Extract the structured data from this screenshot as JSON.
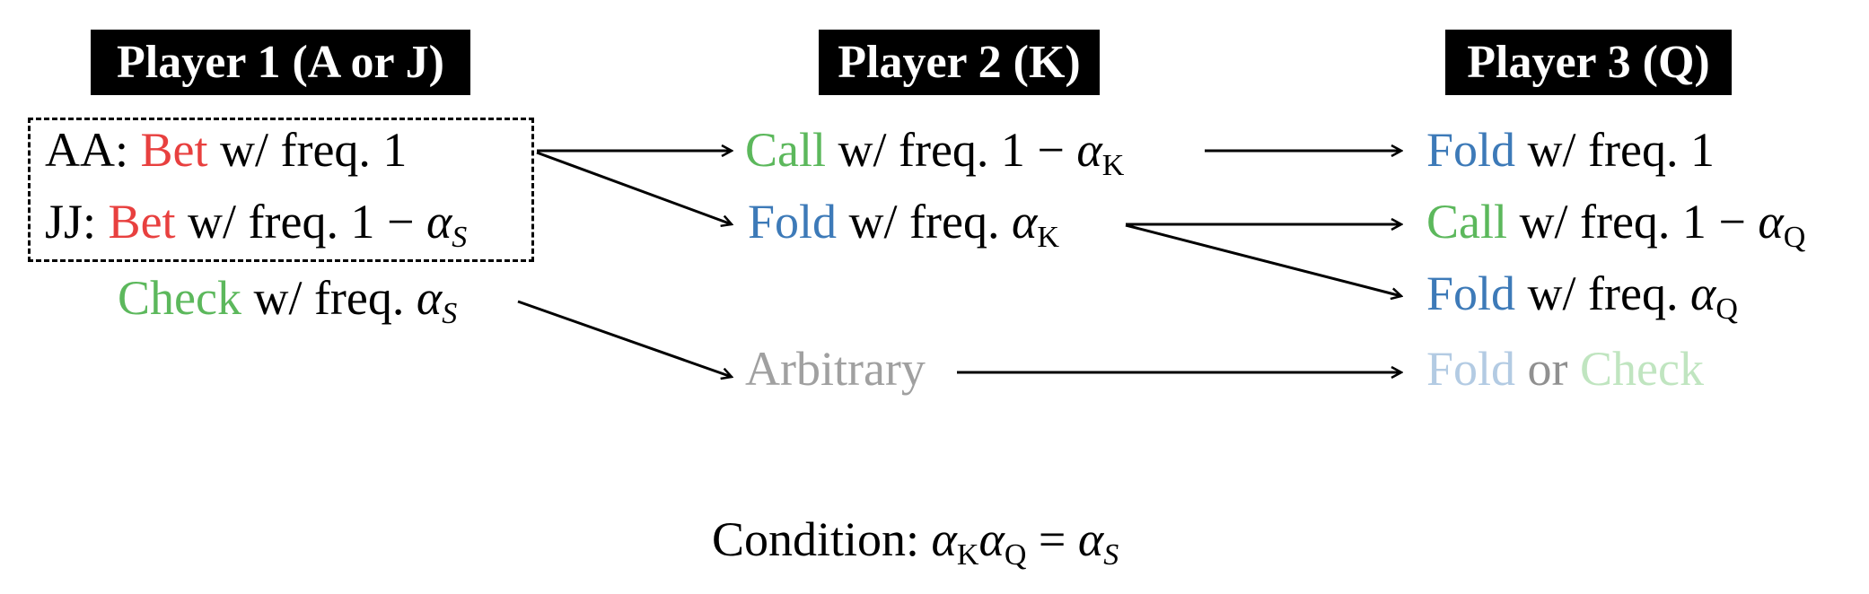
{
  "headers": {
    "p1": "Player 1 (A or J)",
    "p2": "Player 2 (K)",
    "p3": "Player 3 (Q)"
  },
  "colors": {
    "bet": "#e8403f",
    "call": "#5cb85c",
    "check": "#5cb85c",
    "fold": "#3d7ab8",
    "arbitrary": "#a0a0a0",
    "fold_faded": "#b3cbe3",
    "check_faded": "#c0e5c0",
    "or_faded": "#909090"
  },
  "p1": {
    "aa": {
      "prefix": "AA: ",
      "action": "Bet",
      "rest": " w/ freq. 1"
    },
    "jj": {
      "prefix": "JJ: ",
      "action": "Bet",
      "rest": " w/ freq. 1 − ",
      "alpha": "α",
      "sub": "S"
    },
    "check": {
      "action": "Check",
      "rest": " w/ freq. ",
      "alpha": "α",
      "sub": "S"
    }
  },
  "p2": {
    "call": {
      "action": "Call",
      "rest": " w/ freq. 1 − ",
      "alpha": "α",
      "sub": "K"
    },
    "fold": {
      "action": "Fold",
      "rest": " w/ freq. ",
      "alpha": "α",
      "sub": "K"
    },
    "arbitrary": "Arbitrary"
  },
  "p3": {
    "fold1": {
      "action": "Fold",
      "rest": " w/ freq. 1"
    },
    "call": {
      "action": "Call",
      "rest": " w/ freq. 1 − ",
      "alpha": "α",
      "sub": "Q"
    },
    "fold2": {
      "action": "Fold",
      "rest": " w/ freq. ",
      "alpha": "α",
      "sub": "Q"
    },
    "fold_or_check": {
      "fold": "Fold",
      "or": " or ",
      "check": "Check"
    }
  },
  "condition": {
    "label": "Condition: ",
    "a1": "α",
    "s1": "K",
    "a2": "α",
    "s2": "Q",
    "eq": " = ",
    "a3": "α",
    "s3": "S"
  }
}
